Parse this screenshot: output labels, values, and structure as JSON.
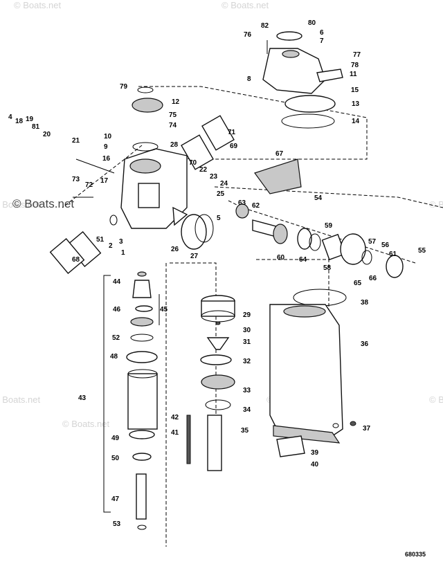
{
  "watermark": "© Boats.net",
  "figure_number": "680335",
  "callouts": [
    "1",
    "2",
    "3",
    "4",
    "5",
    "6",
    "7",
    "8",
    "9",
    "10",
    "11",
    "12",
    "13",
    "14",
    "15",
    "16",
    "17",
    "18",
    "19",
    "20",
    "21",
    "22",
    "23",
    "24",
    "25",
    "26",
    "27",
    "28",
    "29",
    "30",
    "31",
    "32",
    "33",
    "34",
    "35",
    "36",
    "37",
    "38",
    "39",
    "40",
    "41",
    "42",
    "43",
    "44",
    "45",
    "46",
    "47",
    "48",
    "49",
    "50",
    "51",
    "52",
    "53",
    "54",
    "55",
    "56",
    "57",
    "58",
    "59",
    "60",
    "61",
    "62",
    "63",
    "64",
    "65",
    "66",
    "67",
    "68",
    "69",
    "70",
    "71",
    "72",
    "73",
    "74",
    "75",
    "76",
    "77",
    "78",
    "79",
    "80",
    "81",
    "82"
  ]
}
